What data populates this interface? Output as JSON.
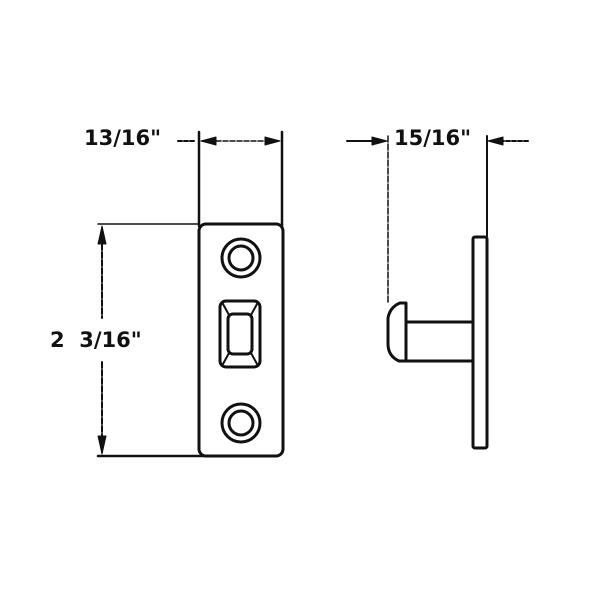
{
  "drawing": {
    "type": "technical-dimension-drawing",
    "subject": "strike plate with knob (front and side views)",
    "line_color": "#111111",
    "background": "#ffffff"
  },
  "dimensions": {
    "front_width": {
      "label": "13/16\""
    },
    "side_depth": {
      "label": "15/16\""
    },
    "front_height": {
      "label": "2  3/16\""
    }
  },
  "views": [
    {
      "name": "front-view",
      "features": [
        "top screw hole",
        "square center recess",
        "bottom screw hole"
      ]
    },
    {
      "name": "side-view",
      "features": [
        "mounting plate",
        "knob stem",
        "knob head"
      ]
    }
  ]
}
